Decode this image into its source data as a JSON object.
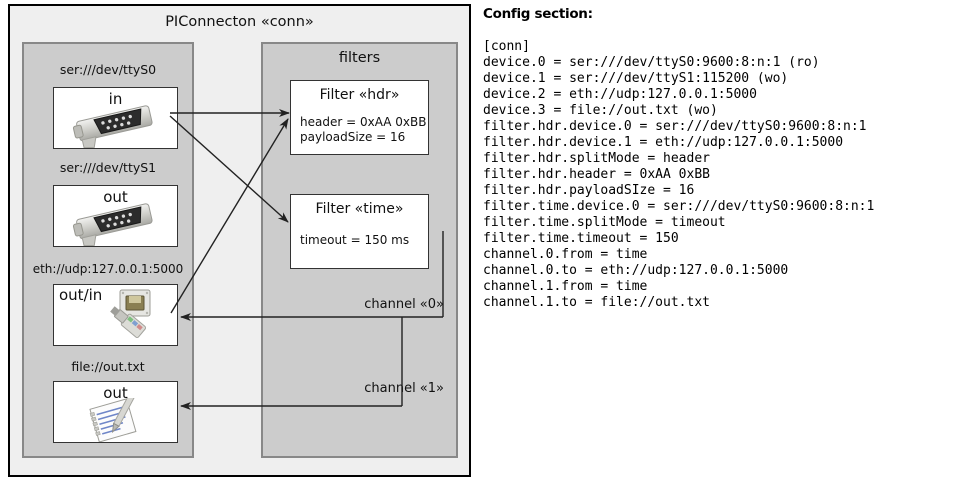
{
  "diagram": {
    "title": "PIConnecton «conn»",
    "devices_group": {
      "title": ""
    },
    "filters_group": {
      "title": "filters"
    },
    "devices": [
      {
        "name": "ser:///dev/ttyS0",
        "direction": "in",
        "icon": "serial-connector-icon"
      },
      {
        "name": "ser:///dev/ttyS1",
        "direction": "out",
        "icon": "serial-connector-icon"
      },
      {
        "name": "eth://udp:127.0.0.1:5000",
        "direction": "out/in",
        "icon": "ethernet-plug-icon"
      },
      {
        "name": "file://out.txt",
        "direction": "out",
        "icon": "text-file-pencil-icon"
      }
    ],
    "filters": [
      {
        "title": "Filter «hdr»",
        "props": [
          "header = 0xAA 0xBB",
          "payloadSize = 16"
        ]
      },
      {
        "title": "Filter «time»",
        "props": [
          "timeout = 150 ms"
        ]
      }
    ],
    "channels": [
      {
        "label": "channel «0»"
      },
      {
        "label": "channel «1»"
      }
    ]
  },
  "config": {
    "heading": "Config section:",
    "lines": [
      "[conn]",
      "device.0 = ser:///dev/ttyS0:9600:8:n:1 (ro)",
      "device.1 = ser:///dev/ttyS1:115200 (wo)",
      "device.2 = eth://udp:127.0.0.1:5000",
      "device.3 = file://out.txt (wo)",
      "filter.hdr.device.0 = ser:///dev/ttyS0:9600:8:n:1",
      "filter.hdr.device.1 = eth://udp:127.0.0.1:5000",
      "filter.hdr.splitMode = header",
      "filter.hdr.header = 0xAA 0xBB",
      "filter.hdr.payloadSIze = 16",
      "filter.time.device.0 = ser:///dev/ttyS0:9600:8:n:1",
      "filter.time.splitMode = timeout",
      "filter.time.timeout = 150",
      "channel.0.from = time",
      "channel.0.to = eth://udp:127.0.0.1:5000",
      "channel.1.from = time",
      "channel.1.to = file://out.txt"
    ]
  },
  "colors": {
    "canvas": "#ffffff",
    "frame_fill": "#efefef",
    "group_fill": "#cccccc",
    "group_stroke": "#888888",
    "box_fill": "#ffffff",
    "box_stroke": "#333333",
    "edge": "#222222"
  }
}
